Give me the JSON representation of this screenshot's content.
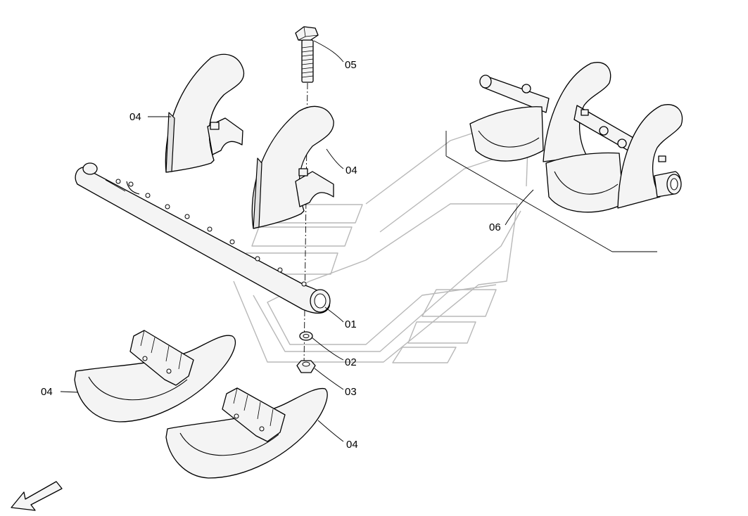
{
  "callouts": {
    "part_01": "01",
    "part_02": "02",
    "part_03": "03",
    "part_04_a": "04",
    "part_04_b": "04",
    "part_04_c": "04",
    "part_04_d": "04",
    "part_05": "05",
    "part_06": "06"
  },
  "icons": {
    "orientation": "orientation-arrow-icon",
    "watermark": "logo-watermark-icon"
  }
}
